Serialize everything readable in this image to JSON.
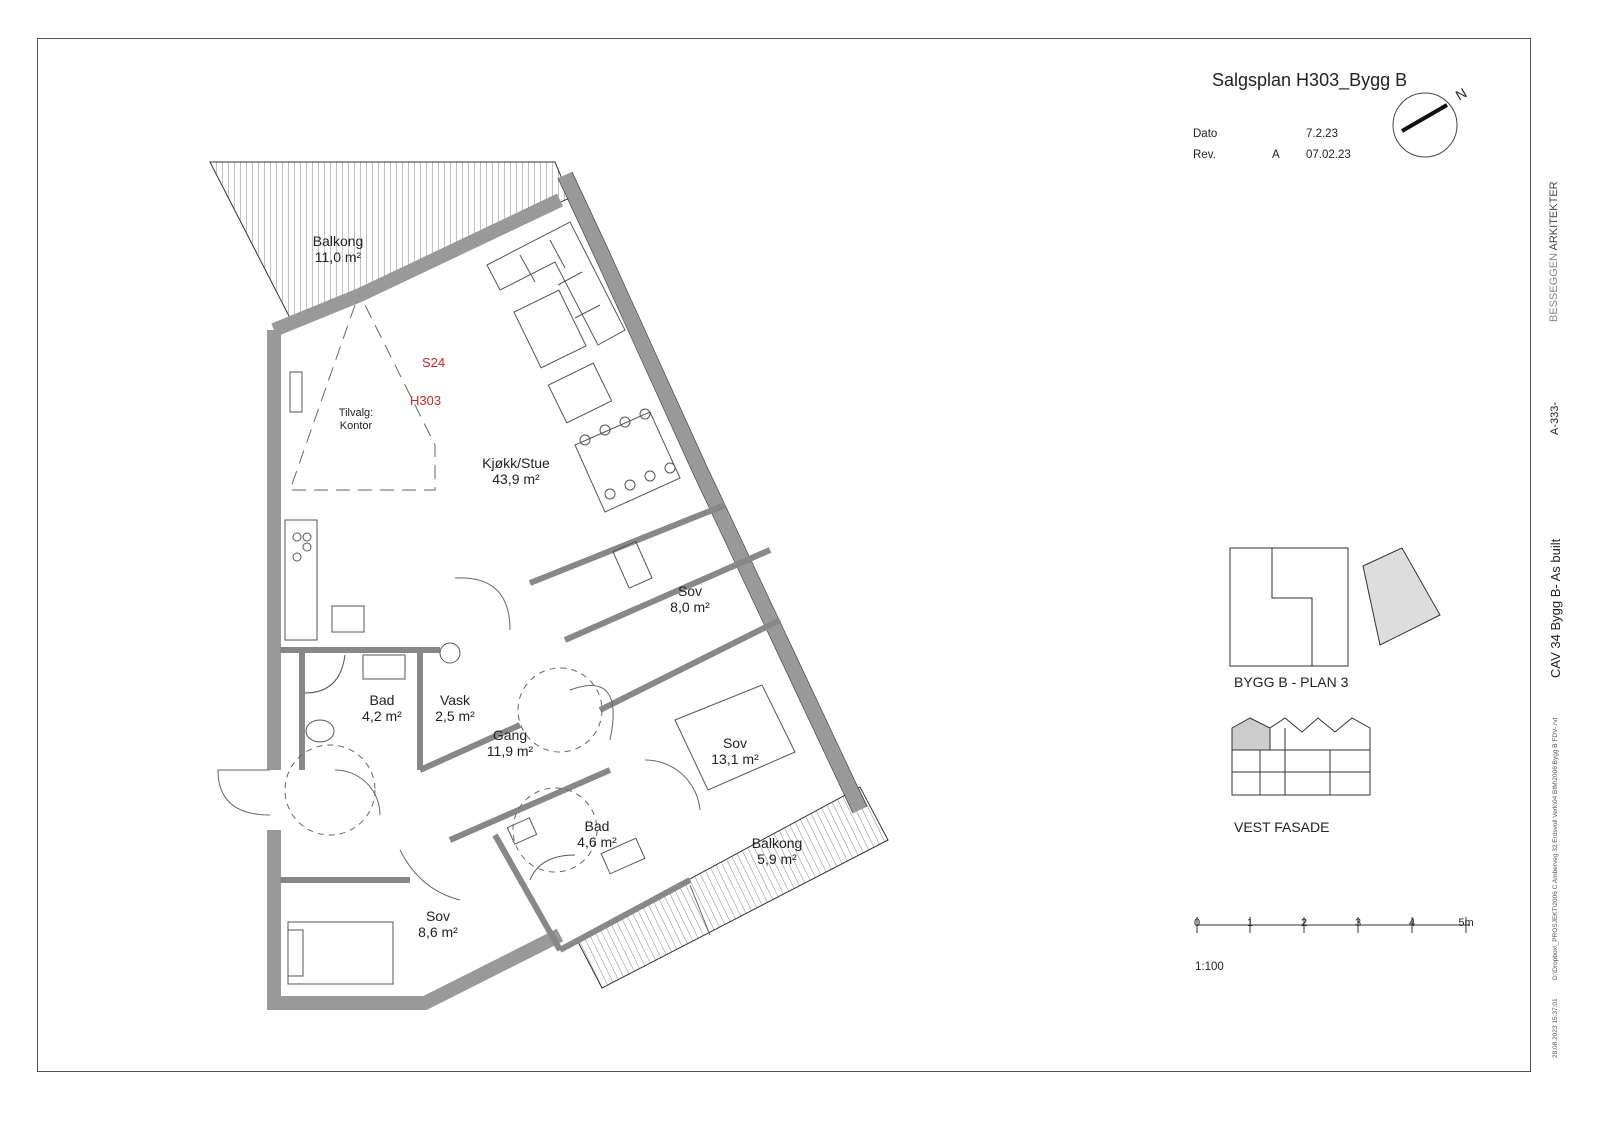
{
  "title": "Salgsplan H303_Bygg B",
  "info": {
    "dato_label": "Dato",
    "dato_value": "7.2.23",
    "rev_label": "Rev.",
    "rev_code": "A",
    "rev_value": "07.02.23"
  },
  "north": "N",
  "rooms": {
    "balkong_top": {
      "name": "Balkong",
      "area": "11,0 m²"
    },
    "kjokk": {
      "name": "Kjøkk/Stue",
      "area": "43,9 m²"
    },
    "sov1": {
      "name": "Sov",
      "area": "8,0 m²"
    },
    "bad1": {
      "name": "Bad",
      "area": "4,2 m²"
    },
    "vask": {
      "name": "Vask",
      "area": "2,5 m²"
    },
    "gang": {
      "name": "Gang",
      "area": "11,9 m²"
    },
    "sov2": {
      "name": "Sov",
      "area": "13,1 m²"
    },
    "bad2": {
      "name": "Bad",
      "area": "4,6 m²"
    },
    "balkong_bottom": {
      "name": "Balkong",
      "area": "5,9 m²"
    },
    "sov3": {
      "name": "Sov",
      "area": "8,6 m²"
    }
  },
  "labels": {
    "s24": "S24",
    "h303": "H303",
    "tilvalg_1": "Tilvalg:",
    "tilvalg_2": "Kontor"
  },
  "keyplan": {
    "plan_label": "BYGG B - PLAN 3",
    "facade_label": "VEST FASADE"
  },
  "scale": {
    "ticks": [
      "0",
      "1",
      "2",
      "3",
      "4",
      "5m"
    ],
    "ratio": "1:100"
  },
  "side": {
    "firm_1": "BESSEGGEN",
    "firm_2": "ARKITEKTER",
    "drawing_no": "A-333-",
    "project": "CAV 34 Bygg B- As built",
    "path": "D:\\Dropbox\\_PROSJEKT\\2006 C Amberveg 32 Erdsvoll Verk\\04 BIM\\2006 Bygg B FDV-.rvt",
    "timestamp": "28.08.2023 15:37:01"
  }
}
